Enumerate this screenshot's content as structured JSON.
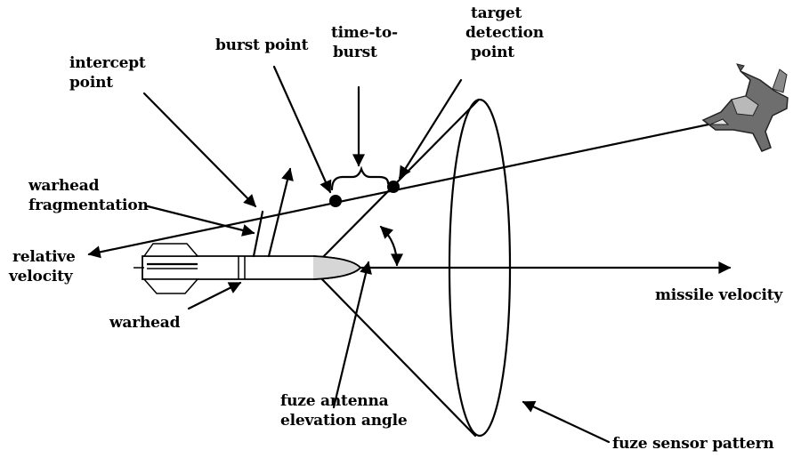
{
  "labels": {
    "intercept_point": [
      "intercept",
      "point"
    ],
    "burst_point": "burst point",
    "time_to_burst": [
      "time-to-",
      "burst"
    ],
    "target_detection_point": [
      "target",
      "detection",
      "point"
    ],
    "warhead_fragmentation": [
      "warhead",
      "fragmentation"
    ],
    "relative_velocity": [
      "relative",
      "velocity"
    ],
    "warhead": "warhead",
    "fuze_antenna_elevation_angle": [
      "fuze antenna",
      "elevation angle"
    ],
    "missile_velocity": "missile velocity",
    "fuze_sensor_pattern": "fuze sensor pattern"
  },
  "icons": {
    "missile": "missile-icon",
    "aircraft": "fighter-jet-icon"
  }
}
